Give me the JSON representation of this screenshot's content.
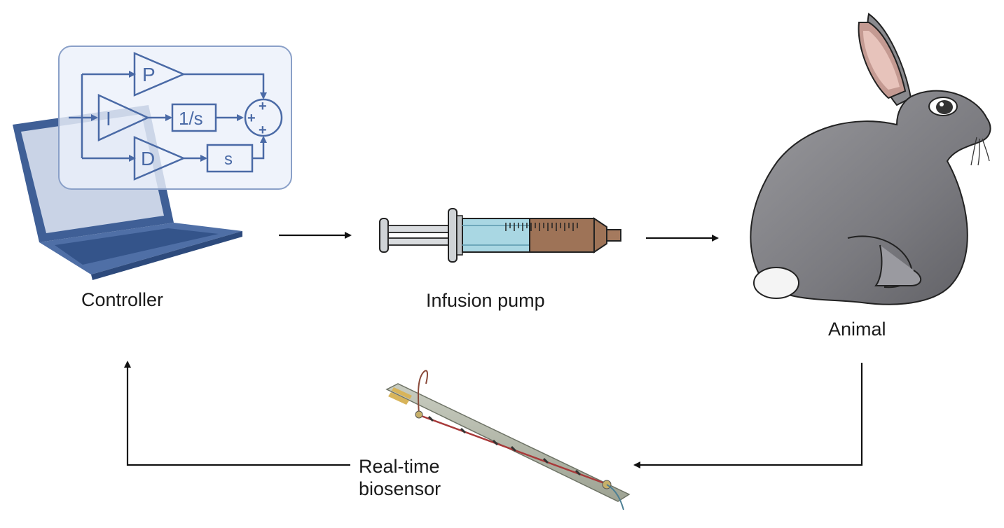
{
  "labels": {
    "controller": "Controller",
    "pump": "Infusion pump",
    "animal": "Animal",
    "biosensor_line1": "Real-time",
    "biosensor_line2": "biosensor"
  },
  "pid": {
    "p": "P",
    "i": "I",
    "d": "D",
    "integrator": "1/s",
    "differentiator": "s",
    "sum_sign": "+"
  },
  "colors": {
    "pid_blue": "#4a6aa6",
    "laptop_blue": "#3f5f96",
    "rabbit_gray": "#7c7c80",
    "syringe_fluid": "#9e7357",
    "arrow": "#111111"
  },
  "icons": {
    "controller": "laptop-with-pid-diagram",
    "pump": "syringe",
    "animal": "rabbit",
    "biosensor": "sensor-strip-photo"
  }
}
